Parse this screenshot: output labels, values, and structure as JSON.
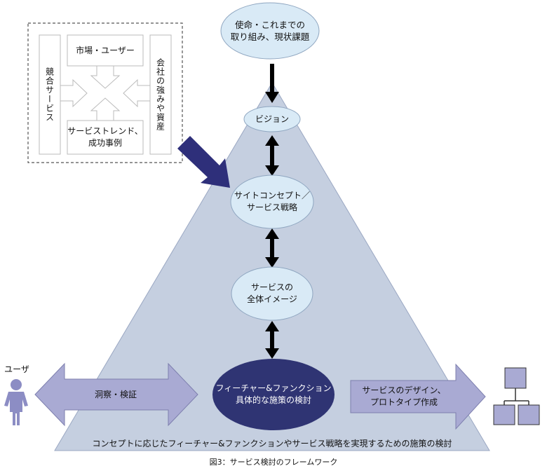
{
  "diagram": {
    "top_node": "使命・これまでの\n取り組み、現状課題",
    "vision": "ビジョン",
    "concept": "サイトコンセプト／\nサービス戦略",
    "overall_image": "サービスの\n全体イメージ",
    "features": "フィーチャー&ファンクション\n具体的な施策の検討",
    "inputs": {
      "market": "市場・ユーザー",
      "competitors": "競合サービス",
      "strengths": "会社の強みや資産",
      "trends": "サービストレンド、\n成功事例"
    },
    "left_arrow": "洞察・検証",
    "right_arrow": "サービスのデザイン、\nプロトタイプ作成",
    "user_label": "ユーザ",
    "base_text": "コンセプトに応じたフィーチャー&ファンクションやサービス戦略を実現するための施策の検討",
    "caption": "図3：サービス検討のフレームワーク"
  },
  "colors": {
    "pyramid": "#c5cfe0",
    "node_fill": "#d9eaf6",
    "dark_node": "#2f3473",
    "arrow_fill": "#a9aad3",
    "big_arrow": "#2e2f7a",
    "user": "#8c8dc4"
  }
}
